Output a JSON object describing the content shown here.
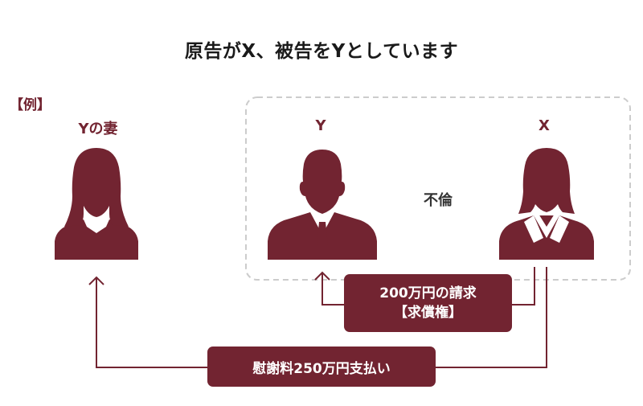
{
  "title": "原告がX、被告をYとしています",
  "example_label": "【例】",
  "persons": {
    "y_wife": "Yの妻",
    "y": "Y",
    "x": "X"
  },
  "relation": "不倫",
  "claim": {
    "line1": "200万円の請求",
    "line2": "【求償権】"
  },
  "payment": "慰謝料250万円支払い",
  "colors": {
    "accent": "#722431",
    "dashed_border": "#cccccc"
  }
}
